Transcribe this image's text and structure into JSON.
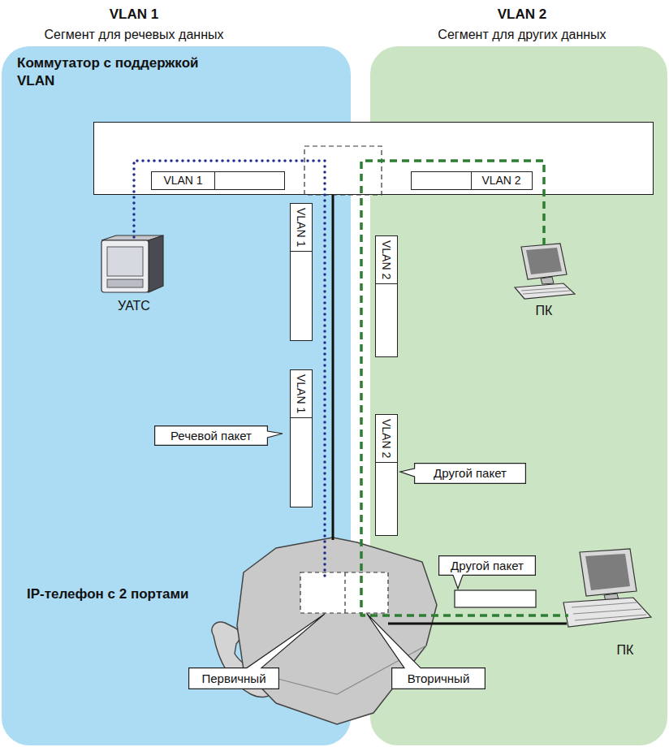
{
  "diagram": {
    "nodes": [
      {
        "text": [
          "VLAN 1",
          "Сегмент для речевых данных"
        ]
      },
      {
        "text": [
          "VLAN 2",
          "Сегмент для других данных"
        ]
      },
      {
        "text": [
          "Коммутатор с поддержкой VLAN"
        ]
      },
      {
        "text": [
          "VLAN 1"
        ],
        "in": 2
      },
      {
        "text": [
          "VLAN 2"
        ],
        "in": 2
      },
      {
        "text": [
          "УАТС"
        ],
        "in": 0
      },
      {
        "text": [
          "ПК"
        ],
        "in": 1
      },
      {
        "text": [
          "VLAN 1"
        ],
        "in": 0
      },
      {
        "text": [
          "VLAN 2"
        ],
        "in": 1
      },
      {
        "text": [
          "VLAN 1"
        ],
        "in": 0
      },
      {
        "text": [
          "VLAN 2"
        ],
        "in": 1
      },
      {
        "text": [
          "Речевой пакет"
        ],
        "in": 0
      },
      {
        "text": [
          "Другой пакет"
        ],
        "in": 1
      },
      {
        "text": [
          "Другой пакет"
        ],
        "in": 1
      },
      {
        "text": [
          "IP-телефон с 2 портами"
        ]
      },
      {
        "text": [
          "Первичный"
        ],
        "in": 0
      },
      {
        "text": [
          "Вторичный"
        ],
        "in": 1
      },
      {
        "text": [
          "ПК"
        ],
        "in": 1
      }
    ],
    "edges": [
      {
        "from": 5,
        "to": 14,
        "arrow": "none"
      },
      {
        "from": 2,
        "to": 14,
        "arrow": "none"
      },
      {
        "from": 6,
        "to": 17,
        "arrow": "none"
      },
      {
        "from": 14,
        "to": 17,
        "arrow": "none"
      }
    ]
  }
}
